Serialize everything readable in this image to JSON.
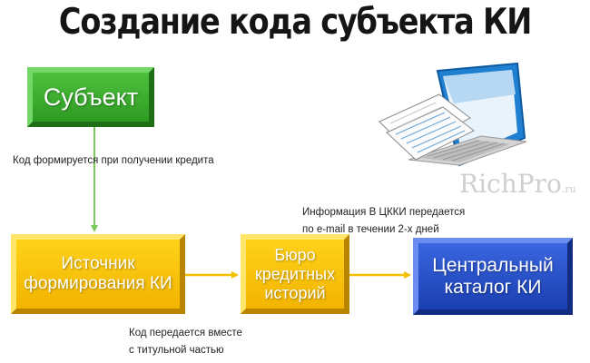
{
  "title": "Создание кода субъекта КИ",
  "nodes": {
    "subject": "Субъект",
    "source": [
      "Источник",
      "формирования КИ"
    ],
    "bureau": [
      "Бюро",
      "кредитных",
      "историй"
    ],
    "catalog": [
      "Центральный",
      "каталог КИ"
    ]
  },
  "notes": {
    "code_formed": "Код формируется при получении кредита",
    "info_sent": [
      "Информация В ЦККИ передается",
      "по e-mail в течении 2-х дней"
    ],
    "code_sent": [
      "Код передается вместе",
      "с титульной частью"
    ]
  },
  "watermark": {
    "main": "RichPro",
    "suffix": ".ru"
  },
  "colors": {
    "green": "#3aae2c",
    "yellow": "#f7c200",
    "blue": "#2550c8",
    "arrow_green": "#7cc85a",
    "arrow_yellow": "#f2c000"
  },
  "icons": [
    "laptop-document-icon"
  ]
}
